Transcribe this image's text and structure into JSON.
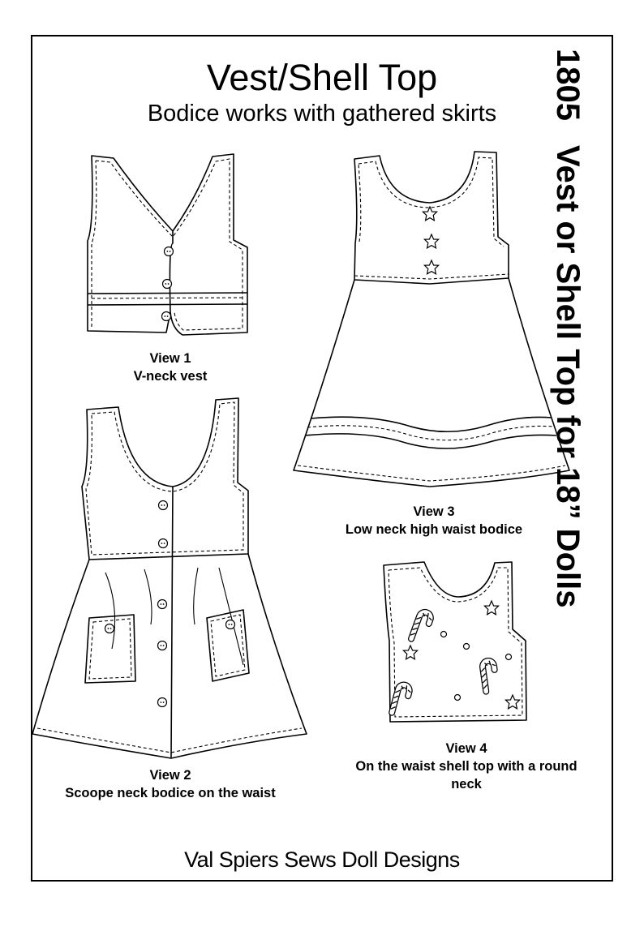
{
  "header": {
    "title": "Vest/Shell Top",
    "subtitle": "Bodice works with gathered skirts"
  },
  "side": {
    "number": "1805",
    "text": "Vest or Shell Top for 18” Dolls"
  },
  "views": [
    {
      "name": "View 1",
      "description": "V-neck vest"
    },
    {
      "name": "View 2",
      "description": "Scoope neck bodice on the waist"
    },
    {
      "name": "View 3",
      "description": "Low neck high waist bodice"
    },
    {
      "name": "View 4",
      "description": "On the waist shell top with a round neck"
    }
  ],
  "footer": {
    "brand": "Val Spiers Sews Doll Designs"
  }
}
